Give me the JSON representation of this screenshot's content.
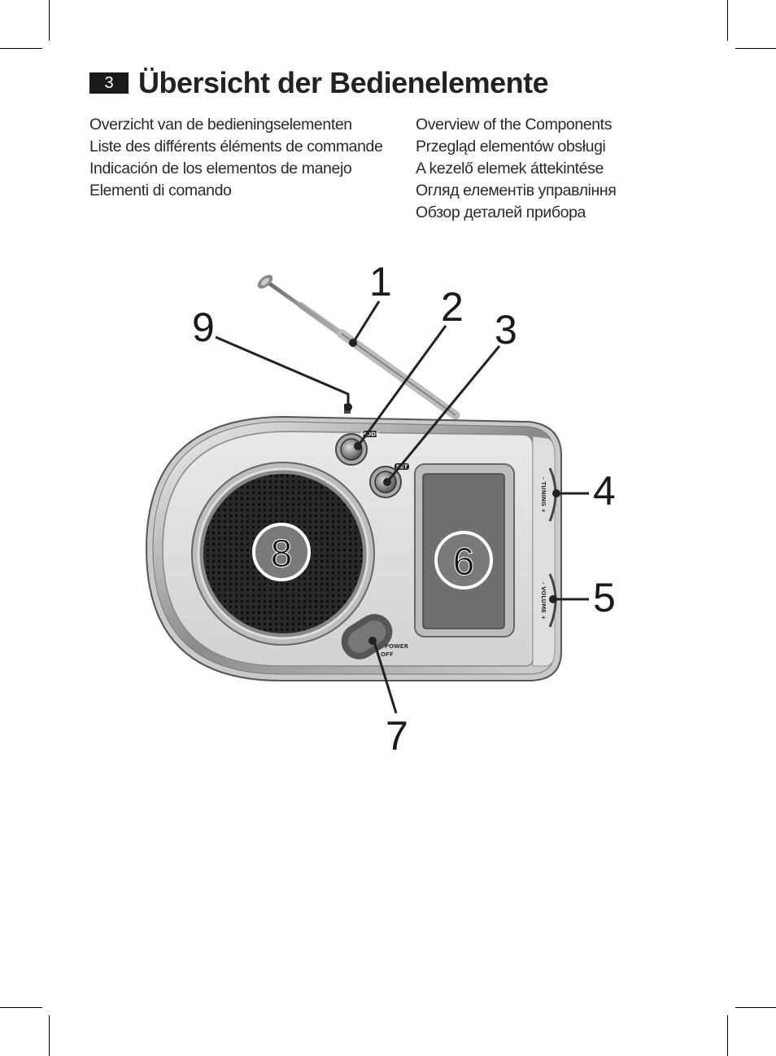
{
  "chapter_number": "3",
  "title": "Übersicht der Bedienelemente",
  "languages_left": [
    "Overzicht van de bedieningselementen",
    "Liste des différents éléments de commande",
    "Indicación de los elementos de manejo",
    "Elementi di comando"
  ],
  "languages_right": [
    "Overview of the Components",
    "Przegląd elementów obsługi",
    "A kezelő elemek áttekintése",
    "Огляд елементів управління",
    "Обзор деталей прибора"
  ],
  "callouts": {
    "c1": "1",
    "c2": "2",
    "c3": "3",
    "c4": "4",
    "c5": "5",
    "c6": "6",
    "c7": "7",
    "c8": "8",
    "c9": "9"
  },
  "device_labels": {
    "mode": "MODE",
    "set": "SET",
    "tuning": "- TUNING +",
    "volume": "- VOLUME +",
    "power": "POWER",
    "off": "OFF"
  }
}
